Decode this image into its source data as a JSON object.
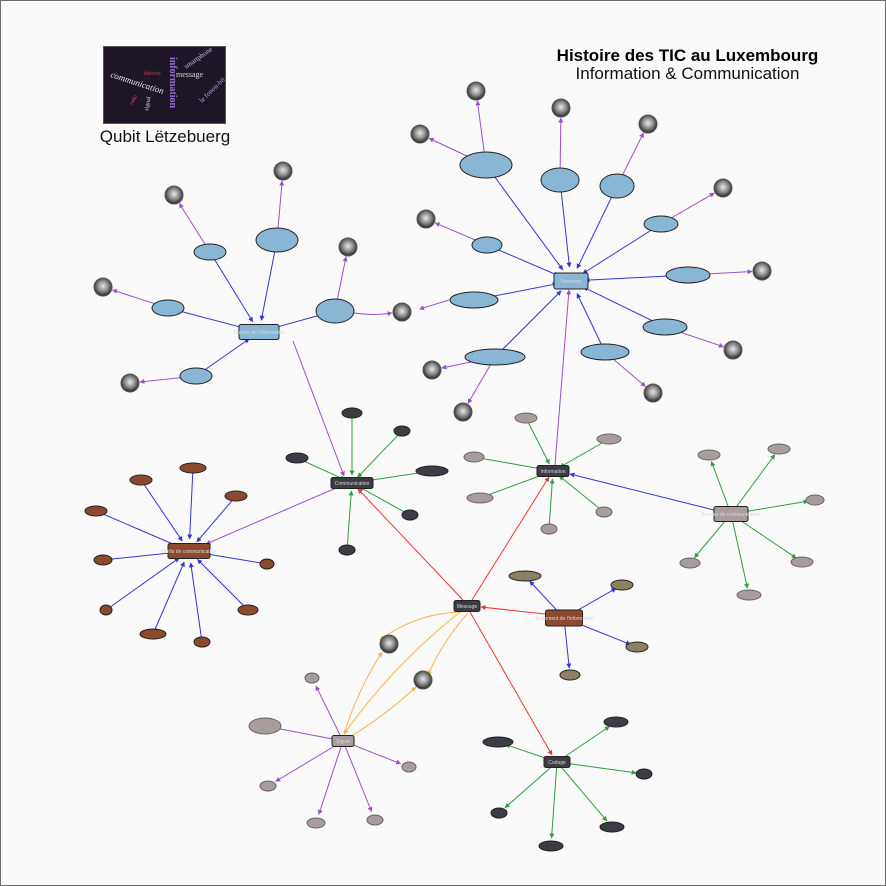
{
  "brand": {
    "name": "Qubit Lëtzebuerg"
  },
  "header": {
    "title": "Histoire des TIC au Luxembourg",
    "subtitle": "Information & Communication"
  },
  "logo": {
    "words": [
      "communication",
      "information",
      "message",
      "smartphone",
      "théorie",
      "le fonou-bit",
      "signal",
      "radio"
    ]
  },
  "colors": {
    "blue": "#8ab6d6",
    "brown": "#8b4a2e",
    "dark": "#3c3c44",
    "gray": "#a89c9c",
    "khaki": "#8e8063",
    "edge_blue": "#3333dd",
    "edge_purple": "#9b4fcf",
    "edge_green": "#2e9e3e",
    "edge_red": "#ee3333",
    "edge_orange": "#f7b64a"
  },
  "hubs": [
    {
      "id": "h1",
      "label": "Théorie de l'information",
      "fill": "#8ab6d6"
    },
    {
      "id": "h2",
      "label": "Pionniers",
      "fill": "#8ab6d6"
    },
    {
      "id": "h3",
      "label": "Communication",
      "fill": "#3c3c44"
    },
    {
      "id": "h4",
      "label": "Information",
      "fill": "#3c3c44"
    },
    {
      "id": "h5",
      "label": "Outils de communication",
      "fill": "#8b4a2e"
    },
    {
      "id": "h6",
      "label": "Formes de communication",
      "fill": "#a89c9c"
    },
    {
      "id": "h7",
      "label": "Message",
      "fill": "#3c3c44"
    },
    {
      "id": "h8",
      "label": "Traitement de l'information",
      "fill": "#8b4a2e"
    },
    {
      "id": "h9",
      "label": "Signal",
      "fill": "#a89c9c"
    },
    {
      "id": "h10",
      "label": "Codage",
      "fill": "#3c3c44"
    }
  ]
}
